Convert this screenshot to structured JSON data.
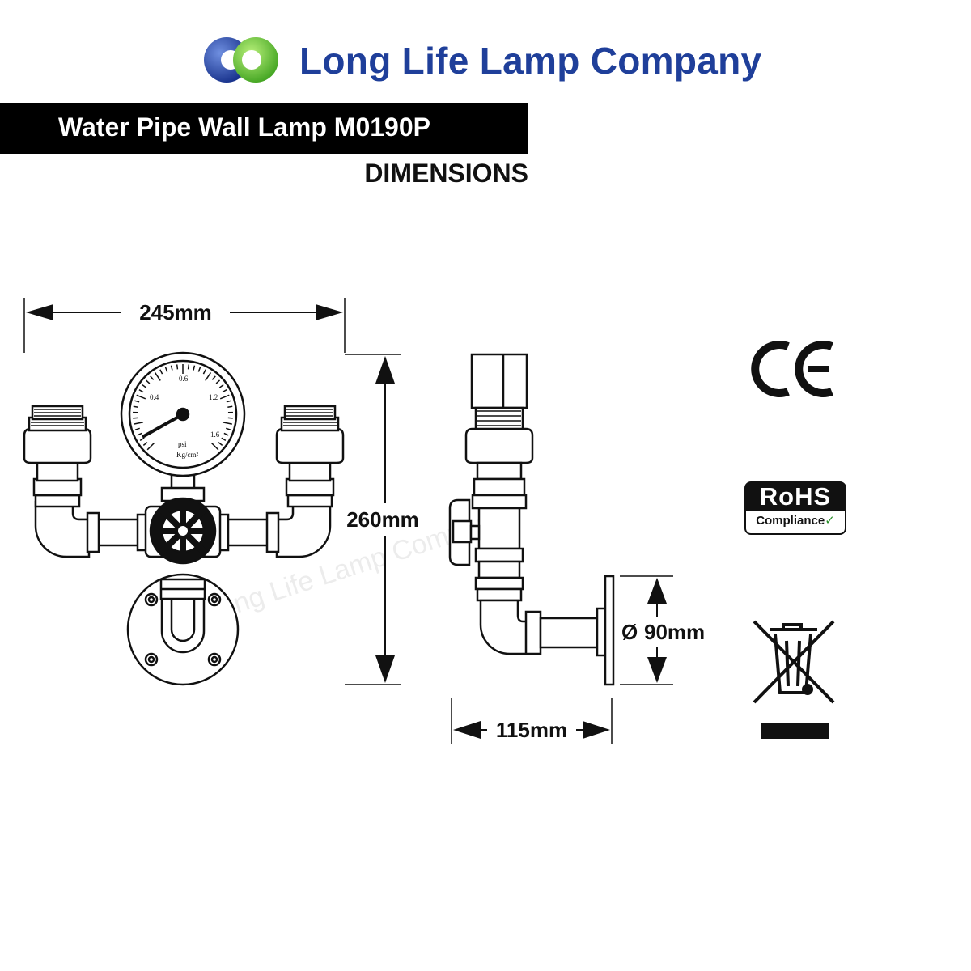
{
  "brand": {
    "name": "Long Life Lamp Company",
    "colors": {
      "blue": "#1f3f9a",
      "green": "#6cc63a"
    }
  },
  "product": {
    "title": "Water Pipe Wall Lamp M0190P",
    "subtitle": "DIMENSIONS"
  },
  "dimensions": {
    "width": "245mm",
    "height": "260mm",
    "depth": "115mm",
    "base_diameter": "90mm",
    "diameter_symbol": "Ø"
  },
  "gauge": {
    "ticks": [
      "0.6",
      "0.4",
      "1.2",
      "1.6"
    ],
    "units": [
      "psi",
      "Kg/cm²"
    ]
  },
  "watermark": "Long Life Lamp Company",
  "certifications": {
    "ce": "CE",
    "rohs_title": "RoHS",
    "rohs_sub": "Compliance",
    "weee_icon": "crossed-out-bin-icon"
  }
}
